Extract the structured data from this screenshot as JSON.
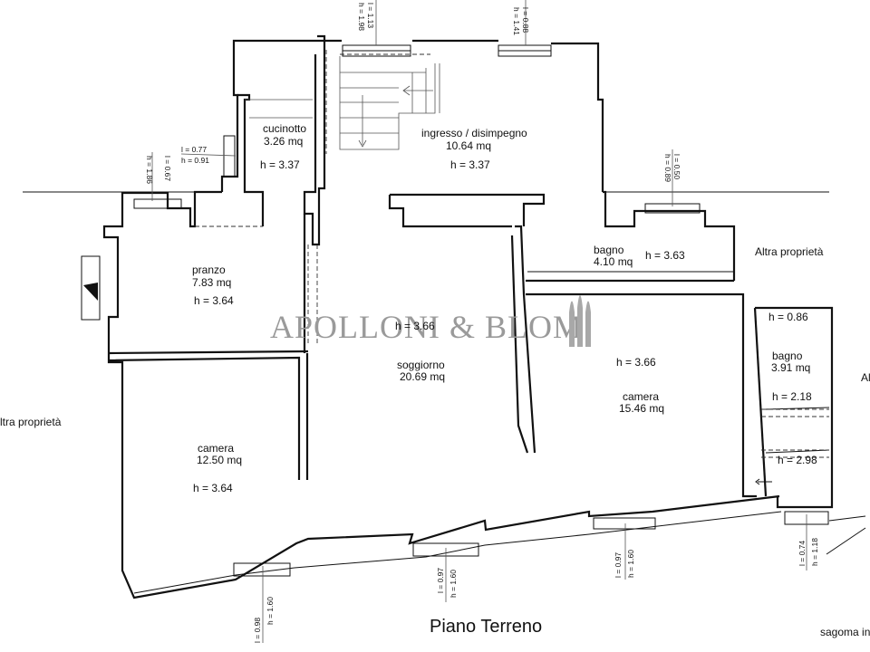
{
  "rooms": [
    {
      "id": "cucinotto",
      "name": "cucinotto",
      "area": "3.26 mq",
      "height": "h = 3.37"
    },
    {
      "id": "ingresso",
      "name": "ingresso / disimpegno",
      "area": "10.64 mq",
      "height": "h = 3.37"
    },
    {
      "id": "pranzo",
      "name": "pranzo",
      "area": "7.83 mq",
      "height": "h = 3.64"
    },
    {
      "id": "soggiorno",
      "name": "soggiorno",
      "area": "20.69 mq",
      "height": "h = 3.66"
    },
    {
      "id": "bagno1",
      "name": "bagno",
      "area": "4.10 mq",
      "height": "h = 3.63"
    },
    {
      "id": "camera_right",
      "name": "camera",
      "area": "15.46 mq",
      "height": "h = 3.66"
    },
    {
      "id": "bagno2",
      "name": "bagno",
      "area": "3.91 mq",
      "height_top": "h = 0.86",
      "height_mid": "h = 2.18",
      "height_bot": "h = 2.98"
    },
    {
      "id": "camera_left",
      "name": "camera",
      "area": "12.50 mq",
      "height": "h = 3.64"
    }
  ],
  "windows": [
    {
      "id": "w_top_left",
      "l": "l = 1.13",
      "h": "h = 1.98"
    },
    {
      "id": "w_top_right",
      "l": "l = 0.88",
      "h": "h = 1.41"
    },
    {
      "id": "w_cucinotto",
      "l": "l = 0.77",
      "h": "h = 0.91"
    },
    {
      "id": "w_pranzo",
      "l": "l = 0.67",
      "h": "h = 1.86"
    },
    {
      "id": "w_bagno1",
      "l": "l = 0.50",
      "h": "h = 0.89"
    },
    {
      "id": "w_bottom_1",
      "l": "l = 0.98",
      "h": "h = 1.60"
    },
    {
      "id": "w_bottom_2",
      "l": "l = 0.97",
      "h": "h = 1.60"
    },
    {
      "id": "w_bottom_3",
      "l": "l = 0.97",
      "h": "h = 1.60"
    },
    {
      "id": "w_bottom_4",
      "l": "l = 0.74",
      "h": "h = 1.18"
    }
  ],
  "labels": {
    "altra_proprieta_right": "Altra proprietà",
    "altra_proprieta_left": "ltra proprietà",
    "altra_edge": "Al",
    "sagoma": "sagoma in",
    "floor_title": "Piano Terreno",
    "watermark": "APOLLONI & BLOM"
  },
  "colors": {
    "walls": "#111111",
    "watermark": "#9a9a9a",
    "background": "#ffffff"
  }
}
